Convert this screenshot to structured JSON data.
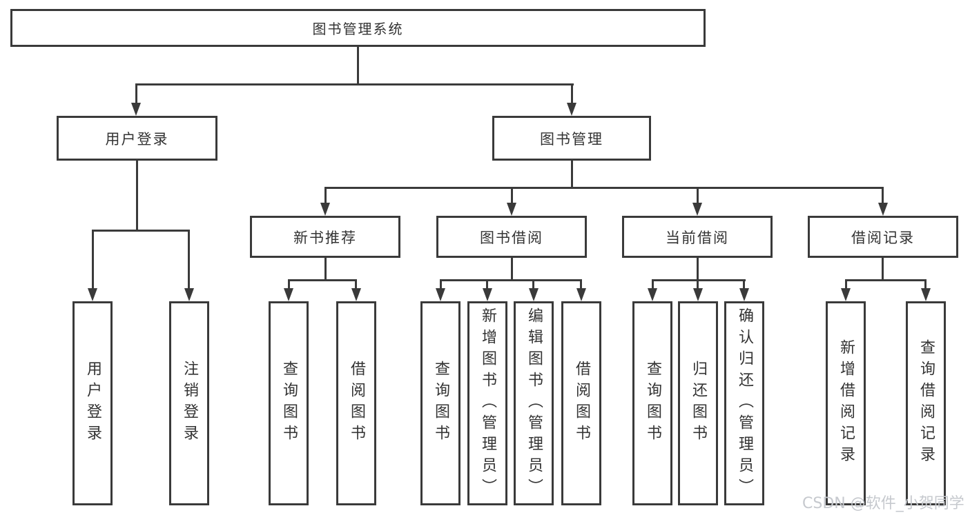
{
  "diagram_title": "图书管理系统",
  "colors": {
    "line": "#3a3a3a",
    "box_border": "#3a3a3a",
    "text": "#333333",
    "background": "#ffffff",
    "watermark_text_color": "#c6c9ce"
  },
  "nodes": {
    "root": "图书管理系统",
    "user_login": "用户登录",
    "book_management": "图书管理",
    "new_book_recommendation": "新书推荐",
    "book_borrowing": "图书借阅",
    "current_borrowing": "当前借阅",
    "borrowing_records": "借阅记录",
    "leaf_user_login": "用户登录",
    "leaf_logout": "注销登录",
    "nb_query_books": "查询图书",
    "nb_borrow_books": "借阅图书",
    "bb_query_books": "查询图书",
    "bb_add_books": "新增图书（管理员）",
    "bb_edit_books": "编辑图书（管理员）",
    "bb_borrow_books": "借阅图书",
    "cb_query_books": "查询图书",
    "cb_return_books": "归还图书",
    "cb_confirm_return": "确认归还（管理员）",
    "br_add_record": "新增借阅记录",
    "br_query_record": "查询借阅记录"
  },
  "hierarchy": {
    "图书管理系统": {
      "用户登录": [
        "用户登录",
        "注销登录"
      ],
      "图书管理": {
        "新书推荐": [
          "查询图书",
          "借阅图书"
        ],
        "图书借阅": [
          "查询图书",
          "新增图书（管理员）",
          "编辑图书（管理员）",
          "借阅图书"
        ],
        "当前借阅": [
          "查询图书",
          "归还图书",
          "确认归还（管理员）"
        ],
        "借阅记录": [
          "新增借阅记录",
          "查询借阅记录"
        ]
      }
    }
  },
  "watermark": {
    "text": "CSDN @软件_小贺同学"
  }
}
